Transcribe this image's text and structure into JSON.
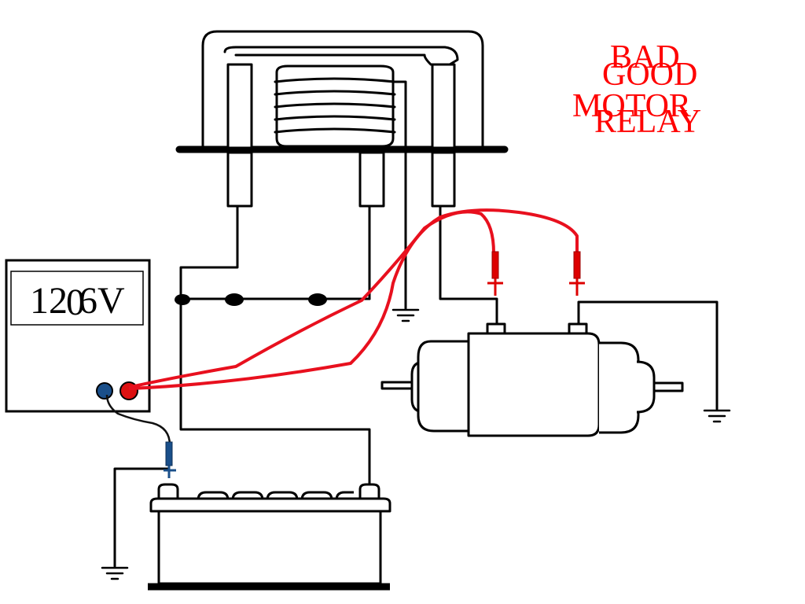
{
  "labels": {
    "bad": "BAD",
    "good": "GOOD",
    "motor": "MOTOR",
    "relay": "RELAY"
  },
  "meter": {
    "readout_a": "12",
    "readout_b": "0",
    "readout_c": "6V"
  },
  "colors": {
    "wire": "#000000",
    "test_lead_red": "#e8101e",
    "probe_red": "#dd0000",
    "probe_blue": "#1a4f8a",
    "label_red": "#ff0000"
  }
}
